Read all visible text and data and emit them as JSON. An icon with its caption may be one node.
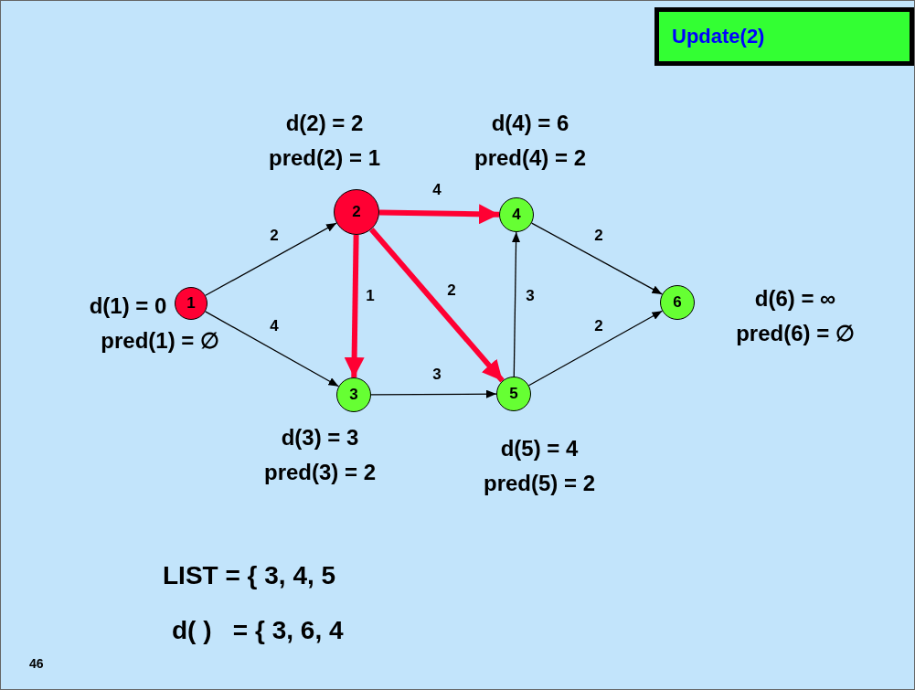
{
  "diagram": {
    "nodes": [
      {
        "text": [
          "Update(2)"
        ]
      },
      {
        "text": [
          "1"
        ],
        "beside": [
          "d(1) = 0",
          "pred(1) = ∅"
        ]
      },
      {
        "text": [
          "2"
        ],
        "beside": [
          "d(2) = 2",
          "pred(2) = 1"
        ]
      },
      {
        "text": [
          "3"
        ],
        "beside": [
          "d(3) = 3",
          "pred(3) = 2"
        ]
      },
      {
        "text": [
          "4"
        ],
        "beside": [
          "d(4) = 6",
          "pred(4) = 2"
        ]
      },
      {
        "text": [
          "5"
        ],
        "beside": [
          "d(5) = 4",
          "pred(5) = 2"
        ]
      },
      {
        "text": [
          "6"
        ],
        "beside": [
          "d(6) = ∞",
          "pred(6) = ∅"
        ]
      }
    ],
    "edges": [
      {
        "from": 1,
        "to": 2,
        "arrow": "to",
        "label": "2"
      },
      {
        "from": 1,
        "to": 3,
        "arrow": "to",
        "label": "4"
      },
      {
        "from": 2,
        "to": 4,
        "arrow": "to",
        "label": "4",
        "style": "thick",
        "color": "#ff0033"
      },
      {
        "from": 2,
        "to": 3,
        "arrow": "to",
        "label": "1",
        "style": "thick",
        "color": "#ff0033"
      },
      {
        "from": 2,
        "to": 5,
        "arrow": "to",
        "label": "2",
        "style": "thick",
        "color": "#ff0033"
      },
      {
        "from": 3,
        "to": 5,
        "arrow": "to",
        "label": "3"
      },
      {
        "from": 5,
        "to": 4,
        "arrow": "to",
        "label": "3"
      },
      {
        "from": 4,
        "to": 6,
        "arrow": "to",
        "label": "2"
      },
      {
        "from": 5,
        "to": 6,
        "arrow": "to",
        "label": "2"
      }
    ],
    "labels": [
      "LIST = { 3, 4, 5",
      "d( )   = { 3, 6, 4",
      "46"
    ]
  }
}
